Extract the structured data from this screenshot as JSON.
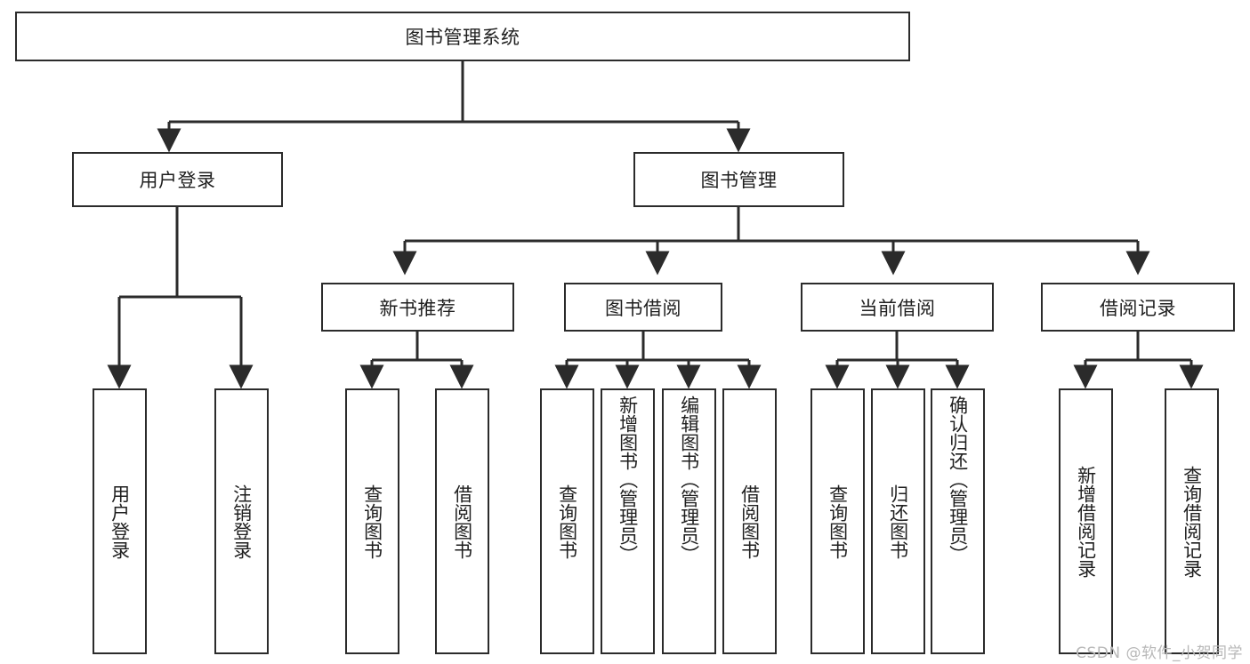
{
  "diagram": {
    "title": "图书管理系统",
    "type": "tree-hierarchy-chart",
    "root": {
      "label": "图书管理系统"
    },
    "level2": [
      {
        "label": "用户登录"
      },
      {
        "label": "图书管理"
      }
    ],
    "level3": [
      {
        "label": "新书推荐"
      },
      {
        "label": "图书借阅"
      },
      {
        "label": "当前借阅"
      },
      {
        "label": "借阅记录"
      }
    ],
    "leaves_user_login": [
      {
        "label": "用户登录"
      },
      {
        "label": "注销登录"
      }
    ],
    "leaves_new_book": [
      {
        "label": "查询图书"
      },
      {
        "label": "借阅图书"
      }
    ],
    "leaves_borrow": [
      {
        "label": "查询图书"
      },
      {
        "label": "新增图书（管理员）"
      },
      {
        "label": "编辑图书（管理员）"
      },
      {
        "label": "借阅图书"
      }
    ],
    "leaves_current": [
      {
        "label": "查询图书"
      },
      {
        "label": "归还图书"
      },
      {
        "label": "确认归还（管理员）"
      }
    ],
    "leaves_record": [
      {
        "label": "新增借阅记录"
      },
      {
        "label": "查询借阅记录"
      }
    ],
    "watermark": "CSDN @软件_小贺同学",
    "colors": {
      "stroke": "#2b2b2b",
      "background": "#ffffff",
      "text": "#1f1f1f",
      "watermark": "#b8b8b8"
    }
  }
}
